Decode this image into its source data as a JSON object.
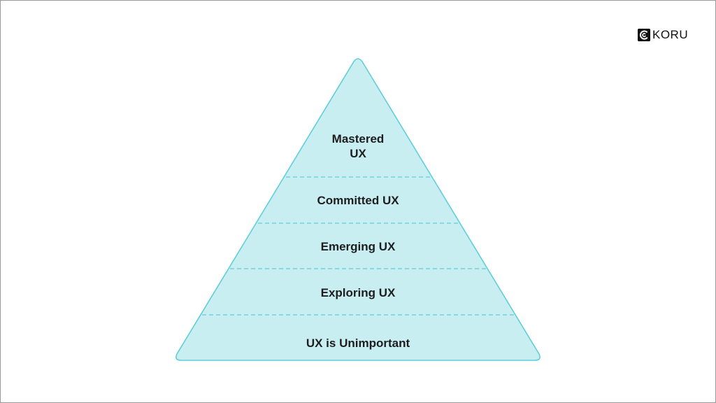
{
  "brand": {
    "name": "KORU",
    "icon": "koru-logo-icon"
  },
  "pyramid": {
    "fill_color": "#c8eef2",
    "stroke_color": "#5fcfd9",
    "tiers": [
      {
        "label_line1": "Mastered",
        "label_line2": "UX"
      },
      {
        "label": "Committed UX"
      },
      {
        "label": "Emerging UX"
      },
      {
        "label": "Exploring UX"
      },
      {
        "label": "UX is Unimportant"
      }
    ]
  }
}
